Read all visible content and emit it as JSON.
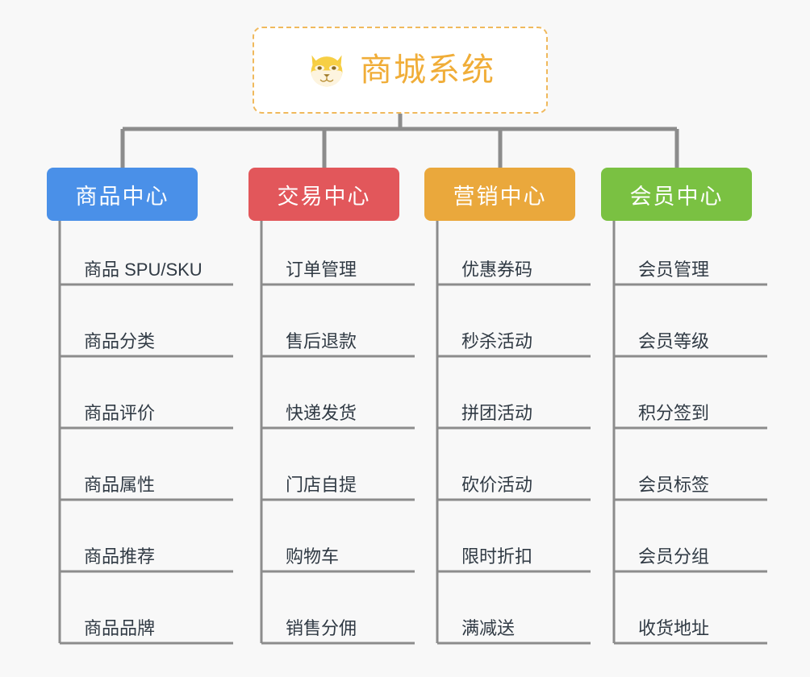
{
  "page": {
    "background_color": "#f8f8f8",
    "layout": "mindmap",
    "title": "商城系统"
  },
  "root": {
    "label": "商城系统",
    "icon": "shiba-dog-face-emoji",
    "text_color": "#f0ad38",
    "border_color": "#f0b95c",
    "background_color": "#ffffff"
  },
  "connector_color": "#8c8c8c",
  "branches": [
    {
      "label": "商品中心",
      "color": "#4a90e8",
      "text_color": "#ffffff",
      "items": [
        "商品 SPU/SKU",
        "商品分类",
        "商品评价",
        "商品属性",
        "商品推荐",
        "商品品牌"
      ]
    },
    {
      "label": "交易中心",
      "color": "#e2575b",
      "text_color": "#ffffff",
      "items": [
        "订单管理",
        "售后退款",
        "快递发货",
        "门店自提",
        "购物车",
        "销售分佣"
      ]
    },
    {
      "label": "营销中心",
      "color": "#eaa83c",
      "text_color": "#ffffff",
      "items": [
        "优惠券码",
        "秒杀活动",
        "拼团活动",
        "砍价活动",
        "限时折扣",
        "满减送"
      ]
    },
    {
      "label": "会员中心",
      "color": "#7ac142",
      "text_color": "#ffffff",
      "items": [
        "会员管理",
        "会员等级",
        "积分签到",
        "会员标签",
        "会员分组",
        "收货地址"
      ]
    }
  ]
}
